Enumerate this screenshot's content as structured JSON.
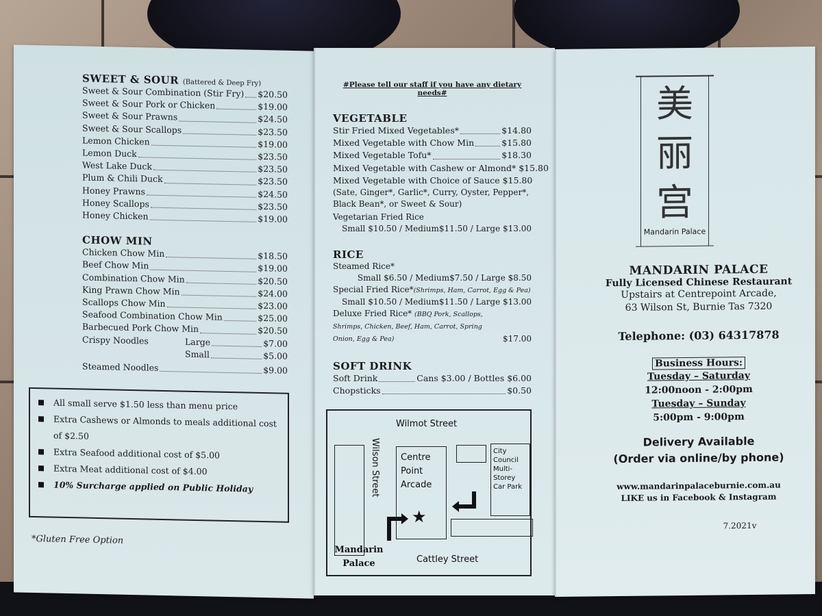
{
  "left": {
    "sweet_sour": {
      "title": "SWEET & SOUR",
      "note": "(Battered & Deep Fry)",
      "items": [
        {
          "name": "Sweet & Sour Combination (Stir Fry)",
          "price": "$20.50"
        },
        {
          "name": "Sweet & Sour Pork or Chicken",
          "price": "$19.00"
        },
        {
          "name": "Sweet & Sour Prawns",
          "price": "$24.50"
        },
        {
          "name": "Sweet & Sour Scallops",
          "price": "$23.50"
        },
        {
          "name": "Lemon Chicken",
          "price": "$19.00"
        },
        {
          "name": "Lemon Duck",
          "price": "$23.50"
        },
        {
          "name": "West Lake Duck",
          "price": "$23.50"
        },
        {
          "name": "Plum & Chili Duck",
          "price": "$23.50"
        },
        {
          "name": "Honey Prawns",
          "price": "$24.50"
        },
        {
          "name": "Honey Scallops",
          "price": "$23.50"
        },
        {
          "name": "Honey Chicken",
          "price": "$19.00"
        }
      ]
    },
    "chow_min": {
      "title": "CHOW MIN",
      "items": [
        {
          "name": "Chicken Chow Min",
          "price": "$18.50"
        },
        {
          "name": "Beef Chow Min",
          "price": "$19.00"
        },
        {
          "name": "Combination Chow Min",
          "price": "$20.50"
        },
        {
          "name": "King Prawn Chow Min",
          "price": "$24.00"
        },
        {
          "name": "Scallops Chow Min",
          "price": "$23.00"
        },
        {
          "name": "Seafood Combination Chow Min",
          "price": "$25.00"
        },
        {
          "name": "Barbecued Pork Chow Min",
          "price": "$20.50"
        }
      ],
      "crispy": {
        "name": "Crispy Noodles",
        "large_label": "Large",
        "large_price": "$7.00",
        "small_label": "Small",
        "small_price": "$5.00"
      },
      "steamed": {
        "name": "Steamed Noodles",
        "price": "$9.00"
      }
    },
    "notes": [
      "All small serve $1.50 less than menu price",
      "Extra Cashews or Almonds to meals additional cost of $2.50",
      "Extra Seafood additional cost of $5.00",
      "Extra Meat additional cost of $4.00",
      "10% Surcharge applied on Public Holiday"
    ],
    "gluten": "*Gluten Free Option"
  },
  "middle": {
    "dietary": "#Please tell our staff if you have any dietary needs#",
    "vegetable": {
      "title": "VEGETABLE",
      "items": [
        {
          "name": "Stir Fried Mixed Vegetables*",
          "price": "$14.80"
        },
        {
          "name": "Mixed Vegetable with Chow Min",
          "price": "$15.80"
        },
        {
          "name": "Mixed Vegetable Tofu*",
          "price": "$18.30"
        },
        {
          "name": "Mixed Vegetable with Cashew or Almond*",
          "price": "$15.80"
        },
        {
          "name": "Mixed Vegetable with Choice of Sauce",
          "price": "$15.80"
        }
      ],
      "sauce_note": "(Sate, Ginger*, Garlic*, Curry, Oyster, Pepper*, Black Bean*, or Sweet & Sour)",
      "veg_rice": "Vegetarian Fried Rice",
      "veg_rice_sizes": "Small $10.50 / Medium$11.50 / Large $13.00"
    },
    "rice": {
      "title": "RICE",
      "steamed": "Steamed Rice*",
      "steamed_sizes": "Small $6.50 / Medium$7.50 / Large $8.50",
      "special": "Special Fried Rice*",
      "special_note": "(Shrimps, Ham, Carrot, Egg & Pea)",
      "special_sizes": "Small $10.50 / Medium$11.50 / Large $13.00",
      "deluxe": "Deluxe Fried Rice*",
      "deluxe_note": "(BBQ Pork, Scallops, Shrimps, Chicken, Beef, Ham, Carrot, Spring Onion, Egg & Pea)",
      "deluxe_price": "$17.00"
    },
    "soft_drink": {
      "title": "SOFT DRINK",
      "drink_label": "Soft Drink",
      "drink_price": "Cans $3.00 / Bottles $6.00",
      "chopsticks": "Chopsticks",
      "chopsticks_price": "$0.50"
    },
    "map": {
      "wilmot": "Wilmot Street",
      "wilson": "Wilson Street",
      "cattley": "Cattley Street",
      "arcade": "Centre Point Arcade",
      "carpark": "City Council Multi-Storey Car Park",
      "restaurant": "Mandarin Palace",
      "star": "★"
    }
  },
  "right": {
    "logo_cn": "美丽宫",
    "logo_en": "Mandarin Palace",
    "name": "MANDARIN PALACE",
    "subtitle": "Fully Licensed Chinese Restaurant",
    "addr1": "Upstairs at Centrepoint Arcade,",
    "addr2": "63 Wilson St, Burnie Tas 7320",
    "phone": "Telephone: (03) 64317878",
    "hours_title": "Business Hours:",
    "days1": "Tuesday – Saturday",
    "time1": "12:00noon - 2:00pm",
    "days2": "Tuesday – Sunday",
    "time2": "5:00pm - 9:00pm",
    "delivery": "Delivery Available",
    "delivery_sub": "(Order via online/by phone)",
    "website": "www.mandarinpalaceburnie.com.au",
    "social": "LIKE us in Facebook & Instagram",
    "version": "7.2021v"
  }
}
